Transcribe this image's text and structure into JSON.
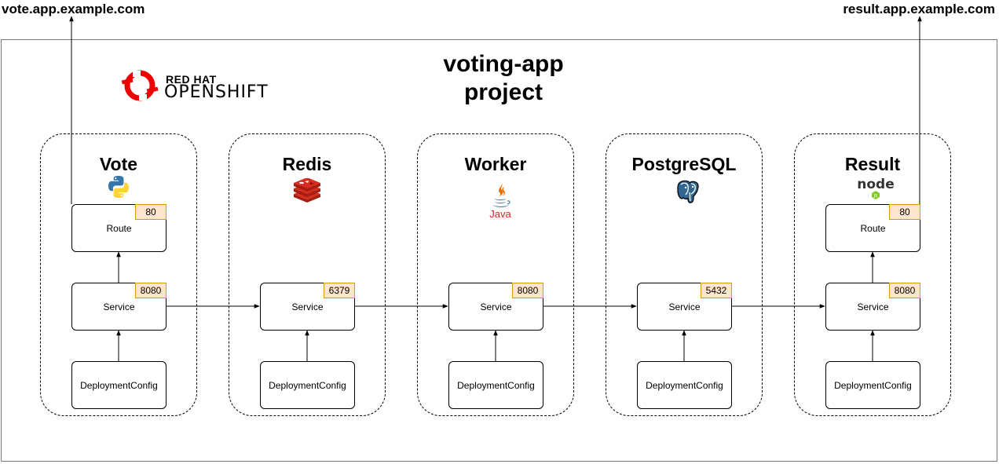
{
  "urls": {
    "vote": "vote.app.example.com",
    "result": "result.app.example.com"
  },
  "project": {
    "title": "voting-app project"
  },
  "logo": {
    "line1": "RED HAT",
    "line2": "OPENSHIFT",
    "color": "#ee0000"
  },
  "components": [
    {
      "title": "Vote",
      "icon": "python-icon",
      "route_label": "Route",
      "route_port": "80",
      "service_label": "Service",
      "service_port": "8080",
      "dc_label": "DeploymentConfig"
    },
    {
      "title": "Redis",
      "icon": "redis-icon",
      "service_label": "Service",
      "service_port": "6379",
      "dc_label": "DeploymentConfig"
    },
    {
      "title": "Worker",
      "icon": "java-icon",
      "icon_text": "Java",
      "service_label": "Service",
      "service_port": "8080",
      "dc_label": "DeploymentConfig"
    },
    {
      "title": "PostgreSQL",
      "icon": "postgresql-icon",
      "service_label": "Service",
      "service_port": "5432",
      "dc_label": "DeploymentConfig"
    },
    {
      "title": "Result",
      "icon": "nodejs-icon",
      "icon_text": "node",
      "route_label": "Route",
      "route_port": "80",
      "service_label": "Service",
      "service_port": "8080",
      "dc_label": "DeploymentConfig"
    }
  ],
  "colors": {
    "port_fill": "#ffe6cc",
    "port_border": "#d79b00"
  }
}
